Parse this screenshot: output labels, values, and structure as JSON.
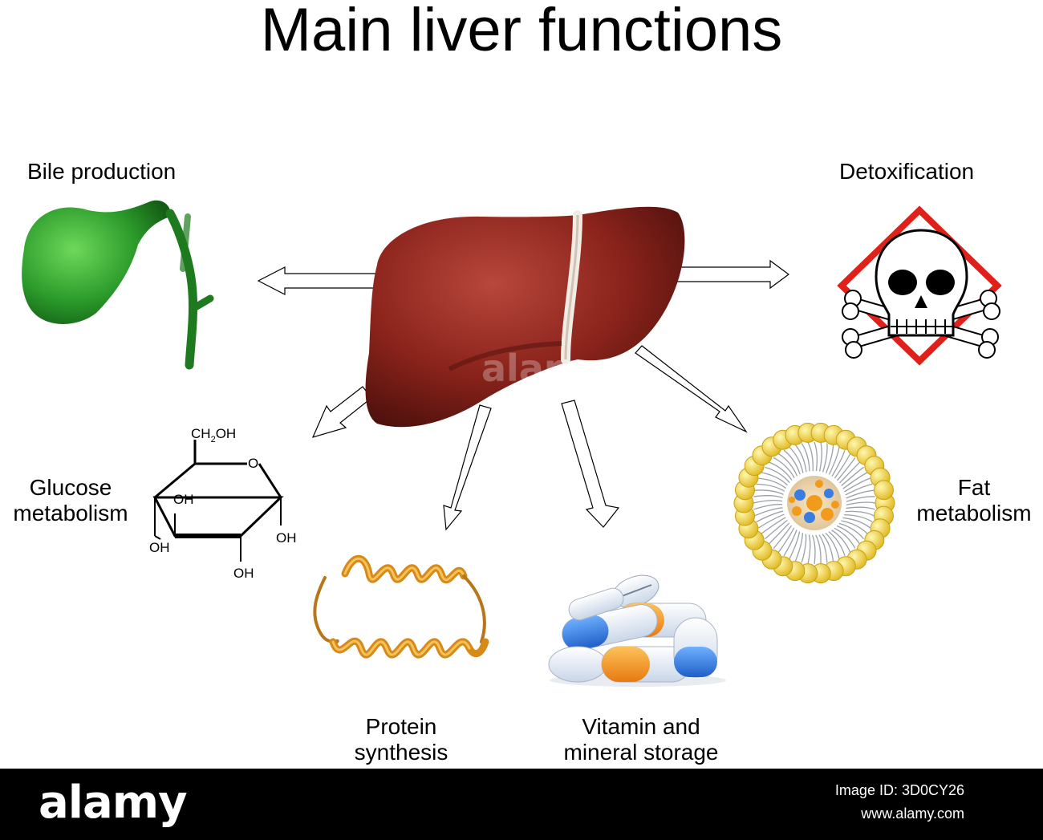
{
  "title": "Main liver functions",
  "labels": {
    "bile": "Bile production",
    "detox": "Detoxification",
    "glucose": [
      "Glucose",
      "metabolism"
    ],
    "fat": [
      "Fat",
      "metabolism"
    ],
    "protein": [
      "Protein",
      "synthesis"
    ],
    "vitamin": [
      "Vitamin and",
      "mineral storage"
    ]
  },
  "glucose_formula": {
    "ch2oh": "CH",
    "sub": "2",
    "oh_suffix": "OH",
    "o": "O",
    "oh": "OH"
  },
  "watermark": "alamy",
  "footer": {
    "logo": "alamy",
    "image_id": "Image ID: 3D0CY26",
    "url": "www.alamy.com"
  },
  "colors": {
    "liver": "#8a231b",
    "gallbladder": "#1f7a1f",
    "hazard_border": "#e0201b",
    "fat_outer": "#f2d43a",
    "pill_orange": "#f29a1c",
    "pill_blue": "#3a7de0",
    "helix": "#d68a1a"
  }
}
